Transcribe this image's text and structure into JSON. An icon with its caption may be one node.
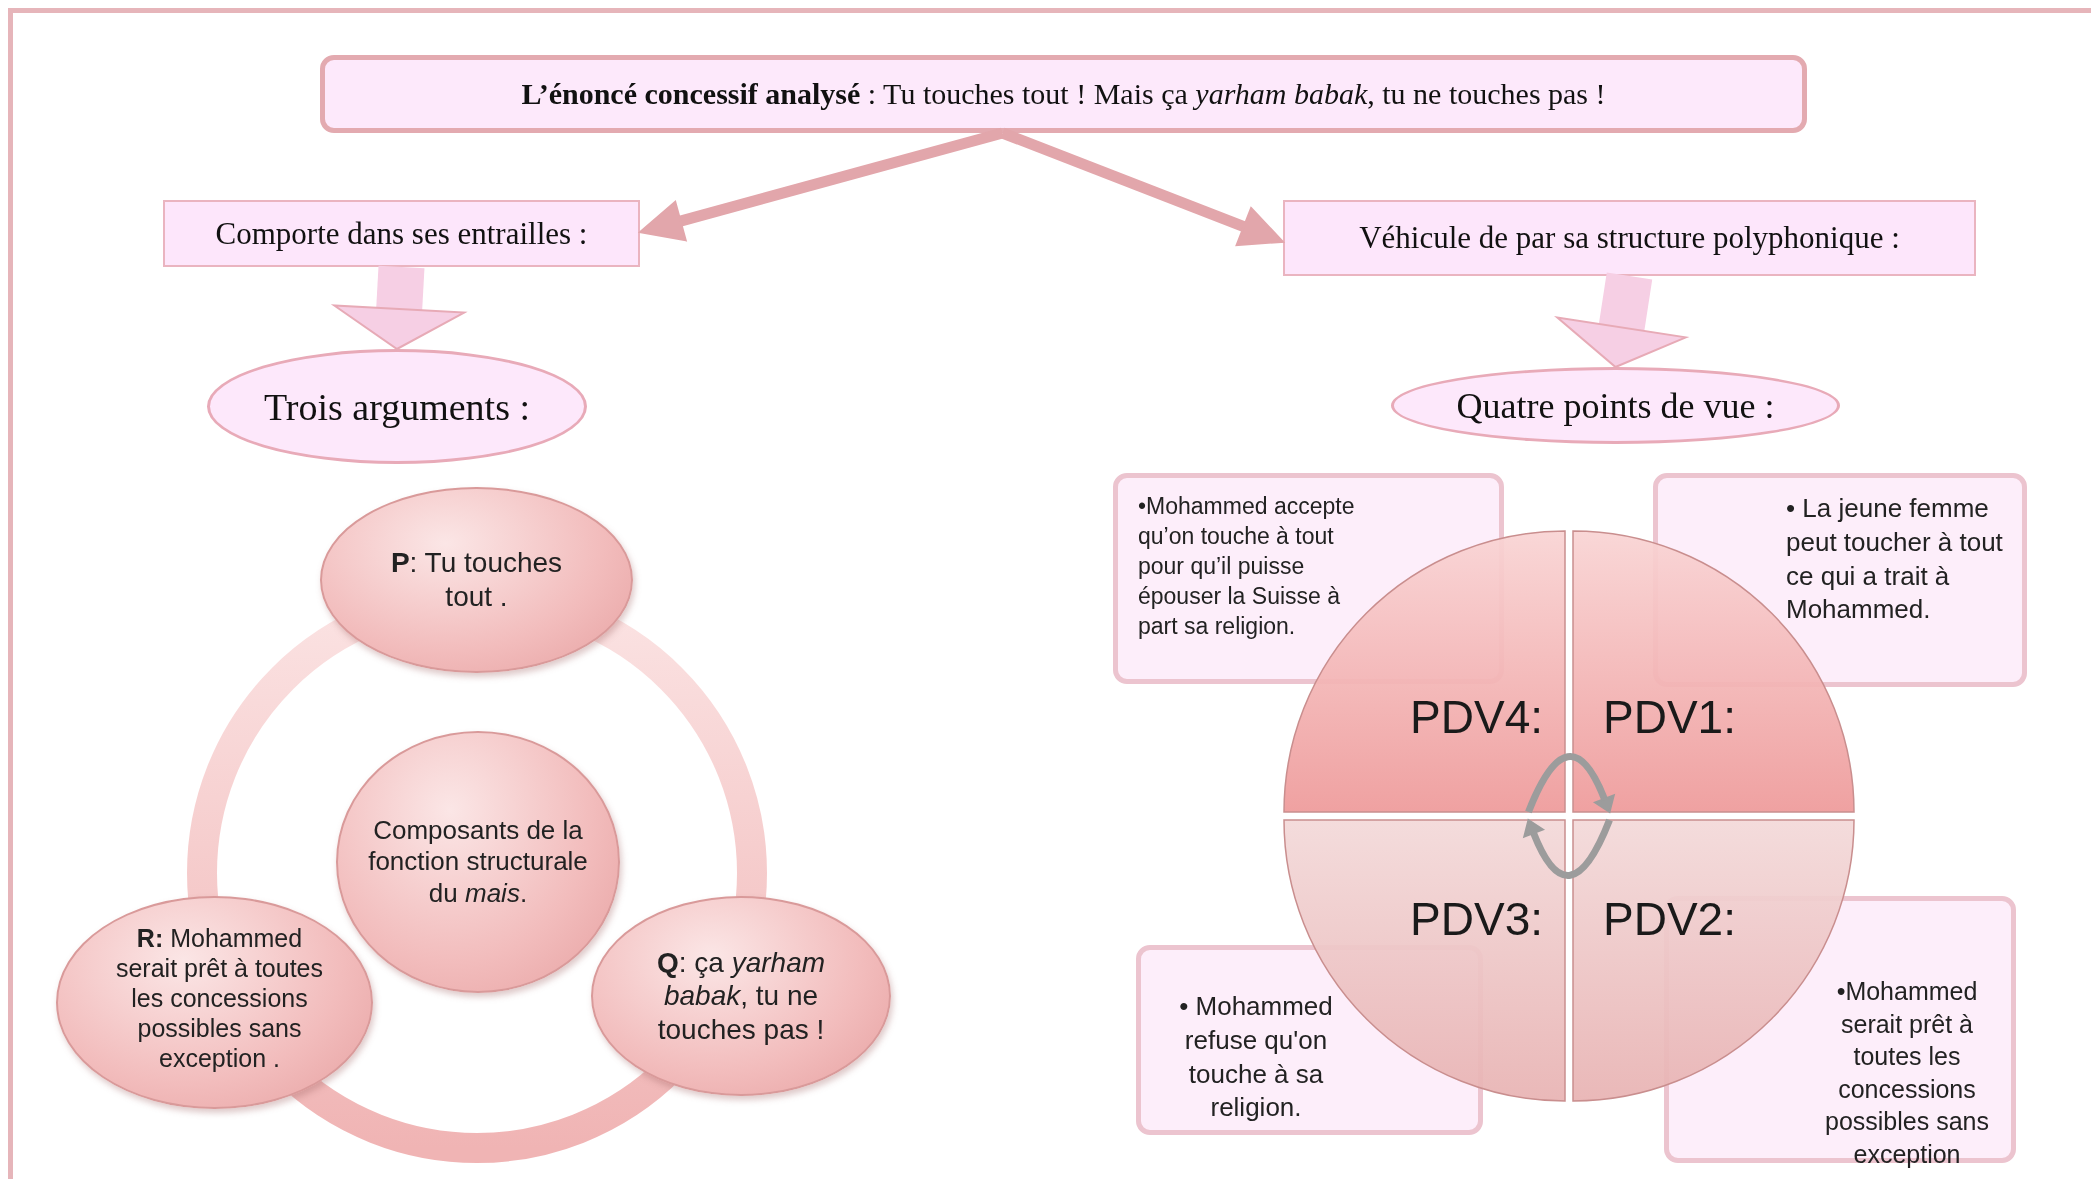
{
  "diagram": {
    "nodes": [
      {
        "text": [
          "**L’énoncé concessif analysé** : Tu touches tout ! Mais ça *yarham babak*, tu ne touches pas !"
        ]
      },
      {
        "text": [
          "Comporte dans ses entrailles :"
        ]
      },
      {
        "text": [
          "Véhicule de par sa structure polyphonique :"
        ]
      },
      {
        "text": [
          "Trois arguments :"
        ]
      },
      {
        "text": [
          "Quatre points de vue :"
        ]
      },
      {
        "text": [
          "**P**: Tu touches tout ."
        ]
      },
      {
        "text": [
          "Composants de la fonction structurale du *mais*."
        ]
      },
      {
        "text": [
          "**Q**: ça *yarham babak*, tu ne touches pas !"
        ]
      },
      {
        "text": [
          "**R:** Mohammed serait prêt à toutes les concessions possibles sans exception ."
        ]
      },
      {
        "text": [
          "•Mohammed accepte qu’on touche à tout pour qu’il puisse épouser la Suisse à part sa religion."
        ]
      },
      {
        "text": [
          "• La jeune femme peut toucher à tout ce qui a trait à Mohammed."
        ]
      },
      {
        "text": [
          "PDV4:"
        ]
      },
      {
        "text": [
          "PDV1:"
        ]
      },
      {
        "text": [
          "PDV3:"
        ]
      },
      {
        "text": [
          "PDV2:"
        ]
      },
      {
        "text": [
          "• Mohammed refuse qu'on touche à sa religion."
        ]
      },
      {
        "text": [
          "•Mohammed serait prêt à toutes les concessions possibles sans exception"
        ]
      }
    ],
    "edges": [
      {
        "from": 0,
        "to": 1,
        "arrow": "to"
      },
      {
        "from": 0,
        "to": 2,
        "arrow": "to"
      },
      {
        "from": 1,
        "to": 3,
        "arrow": "to",
        "style": "thick"
      },
      {
        "from": 2,
        "to": 4,
        "arrow": "to",
        "style": "thick"
      },
      {
        "from": 11,
        "to": 12,
        "arrow": "to",
        "color": "#9c9c9c"
      },
      {
        "from": 14,
        "to": 13,
        "arrow": "to",
        "color": "#9c9c9c"
      }
    ]
  }
}
